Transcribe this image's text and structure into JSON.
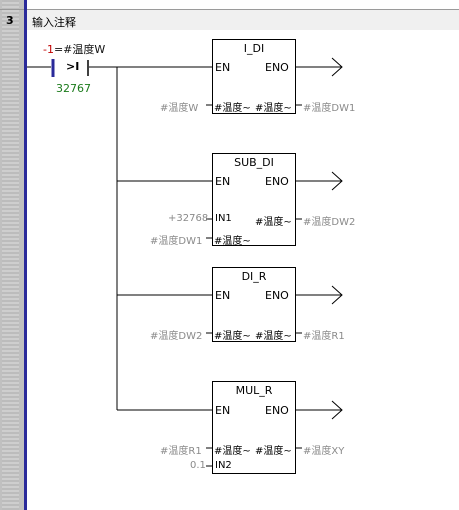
{
  "rung": {
    "number": "3",
    "comment": "输入注释"
  },
  "contact": {
    "operand_prefix": "-1",
    "operand_var": "=#温度W",
    "symbol": ">I",
    "compare_value": "32767"
  },
  "blocks": [
    {
      "title": "I_DI",
      "en": "EN",
      "eno": "ENO",
      "inputs": [
        {
          "pin": "#温度~",
          "operand": "#温度W"
        }
      ],
      "outputs": [
        {
          "pin": "#温度~",
          "operand": "#温度DW1"
        }
      ]
    },
    {
      "title": "SUB_DI",
      "en": "EN",
      "eno": "ENO",
      "inputs": [
        {
          "pin": "IN1",
          "operand": "+32768"
        },
        {
          "pin": "#温度~",
          "operand": "#温度DW1"
        }
      ],
      "outputs": [
        {
          "pin": "#温度~",
          "operand": "#温度DW2"
        }
      ]
    },
    {
      "title": "DI_R",
      "en": "EN",
      "eno": "ENO",
      "inputs": [
        {
          "pin": "#温度~",
          "operand": "#温度DW2"
        }
      ],
      "outputs": [
        {
          "pin": "#温度~",
          "operand": "#温度R1"
        }
      ]
    },
    {
      "title": "MUL_R",
      "en": "EN",
      "eno": "ENO",
      "inputs": [
        {
          "pin": "#温度~",
          "operand": "#温度R1"
        },
        {
          "pin": "IN2",
          "operand": "0.1"
        }
      ],
      "outputs": [
        {
          "pin": "#温度~",
          "operand": "#温度XY"
        }
      ]
    }
  ]
}
